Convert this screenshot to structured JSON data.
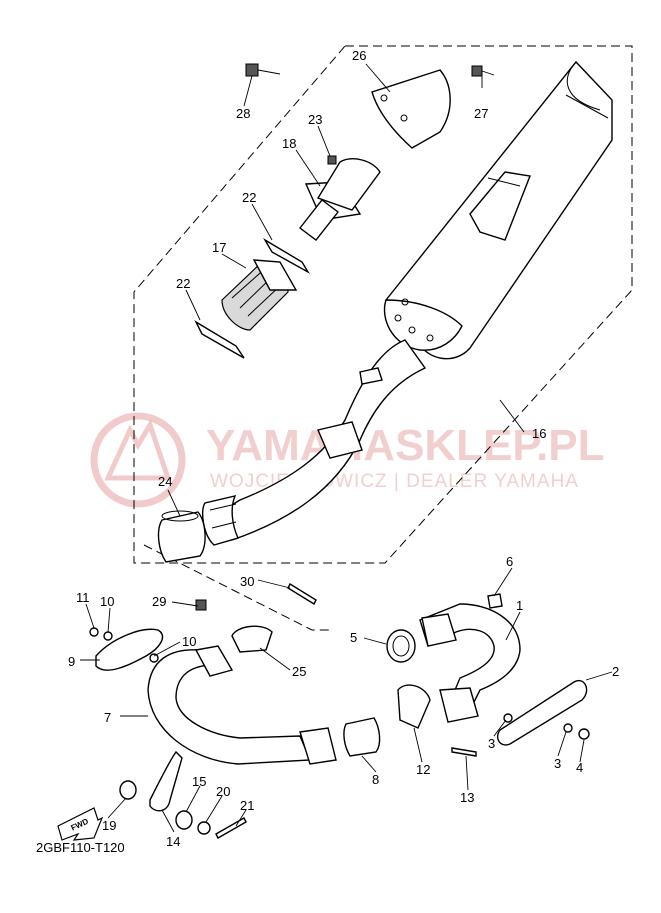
{
  "diagram_code": "2GBF110-T120",
  "fwd_label": "FWD",
  "watermark": {
    "title": "YAMAHASKLEP.PL",
    "subtitle": "WOJCIECHOWICZ | DEALER YAMAHA"
  },
  "callouts": [
    "1",
    "2",
    "3",
    "3",
    "4",
    "5",
    "6",
    "7",
    "8",
    "9",
    "10",
    "10",
    "11",
    "12",
    "13",
    "14",
    "15",
    "16",
    "17",
    "18",
    "19",
    "20",
    "21",
    "22",
    "22",
    "23",
    "24",
    "25",
    "26",
    "27",
    "28",
    "29",
    "30"
  ],
  "colors": {
    "line": "#000000",
    "watermark": "#e8a9a9"
  }
}
